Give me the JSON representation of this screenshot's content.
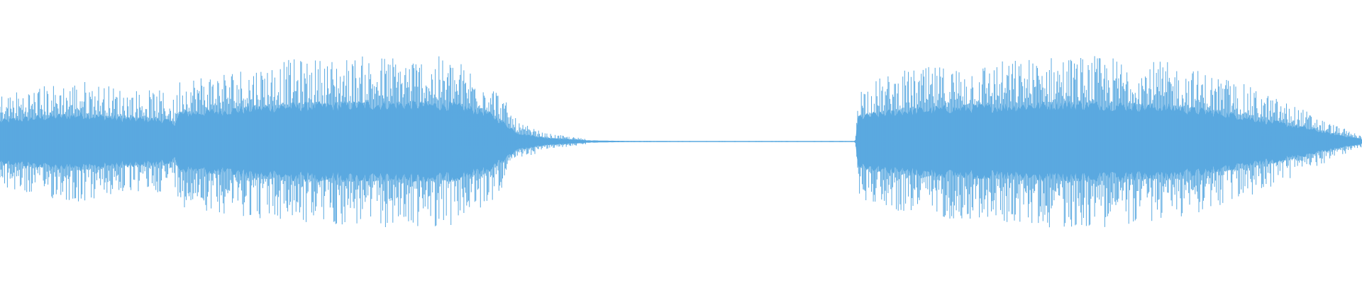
{
  "waveform": {
    "color": "#5aa9e0",
    "background": "#ffffff",
    "amplitude_envelope": [
      [
        0.0,
        0.34
      ],
      [
        0.03,
        0.4
      ],
      [
        0.06,
        0.44
      ],
      [
        0.09,
        0.38
      ],
      [
        0.12,
        0.36
      ],
      [
        0.128,
        0.3
      ],
      [
        0.132,
        0.46
      ],
      [
        0.17,
        0.52
      ],
      [
        0.21,
        0.58
      ],
      [
        0.25,
        0.6
      ],
      [
        0.29,
        0.62
      ],
      [
        0.33,
        0.6
      ],
      [
        0.355,
        0.5
      ],
      [
        0.368,
        0.34
      ],
      [
        0.38,
        0.14
      ],
      [
        0.4,
        0.06
      ],
      [
        0.43,
        0.02
      ],
      [
        0.46,
        0.008
      ],
      [
        0.5,
        0.006
      ],
      [
        0.56,
        0.006
      ],
      [
        0.62,
        0.006
      ],
      [
        0.628,
        0.006
      ],
      [
        0.63,
        0.4
      ],
      [
        0.66,
        0.5
      ],
      [
        0.7,
        0.55
      ],
      [
        0.74,
        0.58
      ],
      [
        0.78,
        0.62
      ],
      [
        0.82,
        0.6
      ],
      [
        0.86,
        0.56
      ],
      [
        0.9,
        0.46
      ],
      [
        0.93,
        0.34
      ],
      [
        0.955,
        0.24
      ],
      [
        0.975,
        0.14
      ],
      [
        0.99,
        0.08
      ],
      [
        1.0,
        0.04
      ]
    ]
  }
}
